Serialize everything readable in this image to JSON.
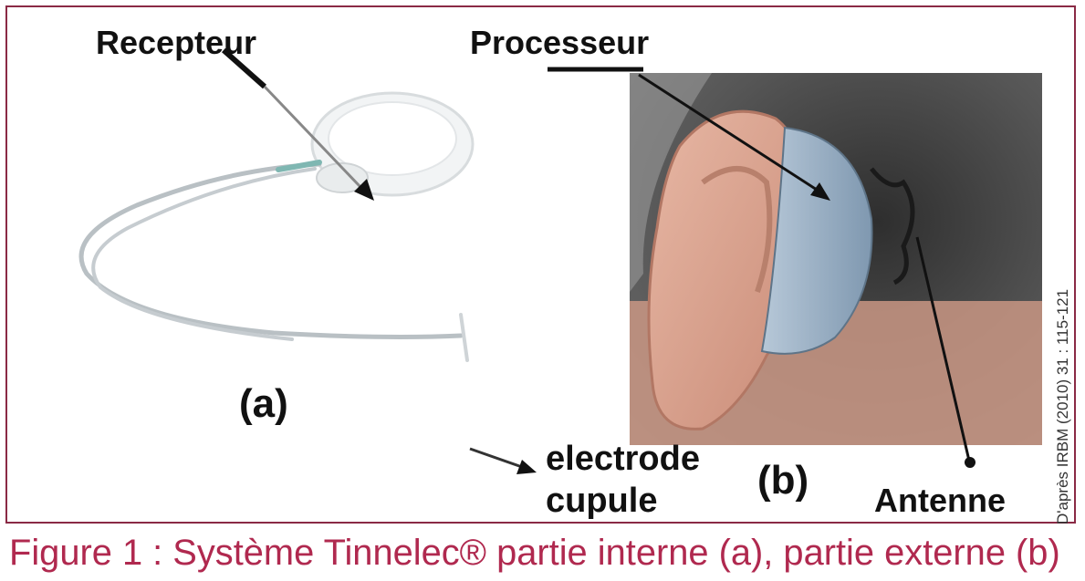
{
  "figure": {
    "labels": {
      "recepteur": "Recepteur",
      "processeur": "Processeur",
      "part_a": "(a)",
      "part_b": "(b)",
      "electrode_line1": "electrode",
      "electrode_line2": "cupule",
      "antenne": "Antenne"
    },
    "credit": "D'après IRBM (2010) 31 : 115-121",
    "caption": "Figure 1 : Système Tinnelec® partie interne (a), partie externe (b)",
    "colors": {
      "border": "#8a2a45",
      "caption": "#b0294f",
      "processor": "#9fb4c8",
      "skin": "#d9a590",
      "hair": "#4a4a4a"
    }
  }
}
